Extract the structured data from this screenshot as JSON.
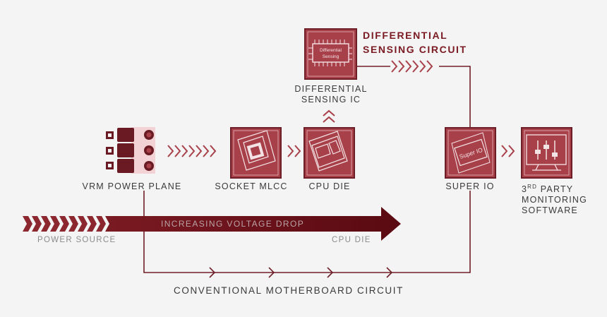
{
  "colors": {
    "accent_red": "#a8404a",
    "dark_red": "#5e0d15",
    "line": "#6e1e26",
    "text": "#3a3a3a",
    "gray": "#8c8c8c"
  },
  "components": {
    "vrm": {
      "label": "VRM POWER PLANE",
      "icon": "vrm-inductor-icon"
    },
    "socket_mlcc": {
      "label": "SOCKET MLCC",
      "icon": "socket-chip-icon"
    },
    "cpu_die": {
      "label": "CPU DIE",
      "icon": "cpu-die-icon"
    },
    "diff_ic": {
      "label_line1": "DIFFERENTIAL",
      "label_line2": "SENSING IC",
      "chip_text_1": "Differential",
      "chip_text_2": "Sensing",
      "icon": "differential-sensing-chip-icon"
    },
    "super_io": {
      "label": "SUPER IO",
      "chip_text": "Super IO",
      "icon": "super-io-chip-icon"
    },
    "monitoring": {
      "label_sup": "RD",
      "label_prefix": "3",
      "label_line1_rest": " PARTY",
      "label_line2": "MONITORING",
      "label_line3": "SOFTWARE",
      "icon": "monitor-sliders-icon"
    }
  },
  "diff_circuit_title": {
    "line1": "DIFFERENTIAL",
    "line2": "SENSING CIRCUIT"
  },
  "voltage_arrow": {
    "label": "INCREASING VOLTAGE DROP",
    "start_label": "POWER SOURCE",
    "end_label": "CPU DIE"
  },
  "conventional_circuit": {
    "label": "CONVENTIONAL MOTHERBOARD CIRCUIT"
  }
}
